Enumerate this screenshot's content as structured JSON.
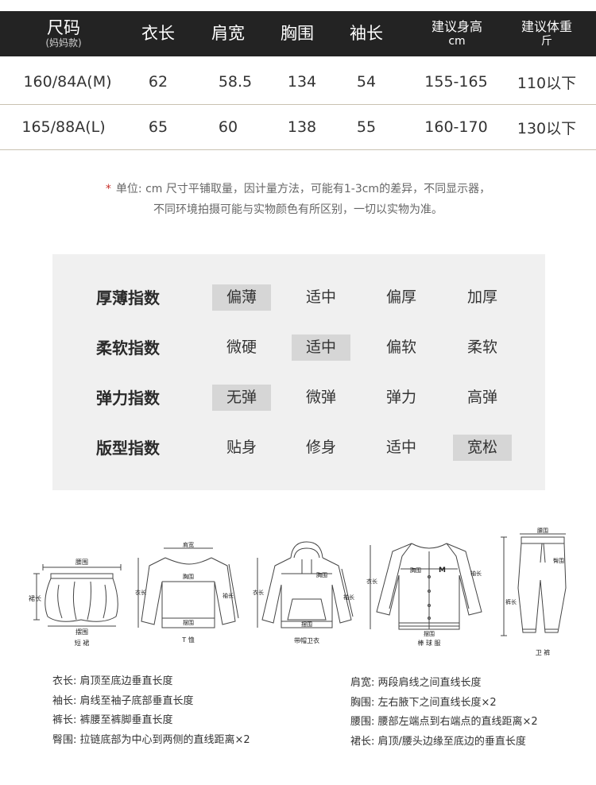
{
  "size_table": {
    "headers": {
      "size": "尺码",
      "size_note": "(妈妈款)",
      "length": "衣长",
      "shoulder": "肩宽",
      "chest": "胸围",
      "sleeve": "袖长",
      "height": "建议身高",
      "height_unit": "cm",
      "weight": "建议体重",
      "weight_unit": "斤"
    },
    "rows": [
      {
        "size": "160/84A(M)",
        "length": "62",
        "shoulder": "58.5",
        "chest": "134",
        "sleeve": "54",
        "height": "155-165",
        "weight": "110以下"
      },
      {
        "size": "165/88A(L)",
        "length": "65",
        "shoulder": "60",
        "chest": "138",
        "sleeve": "55",
        "height": "160-170",
        "weight": "130以下"
      }
    ]
  },
  "note": {
    "star": "*",
    "line1": "单位: cm  尺寸平铺取量，因计量方法，可能有1-3cm的差异，不同显示器，",
    "line2": "不同环境拍摄可能与实物颜色有所区别，一切以实物为准。"
  },
  "index_panel": {
    "rows": [
      {
        "label": "厚薄指数",
        "options": [
          "偏薄",
          "适中",
          "偏厚",
          "加厚"
        ],
        "selected": 0
      },
      {
        "label": "柔软指数",
        "options": [
          "微硬",
          "适中",
          "偏软",
          "柔软"
        ],
        "selected": 1
      },
      {
        "label": "弹力指数",
        "options": [
          "无弹",
          "微弹",
          "弹力",
          "高弹"
        ],
        "selected": 0
      },
      {
        "label": "版型指数",
        "options": [
          "贴身",
          "修身",
          "适中",
          "宽松"
        ],
        "selected": 3
      }
    ]
  },
  "garments": {
    "skirt": {
      "name": "短 裙",
      "waist": "腰围",
      "length": "裙长",
      "hem": "摆围"
    },
    "tshirt": {
      "name": "T 恤",
      "shoulder": "肩宽",
      "chest": "胸围",
      "length": "衣长",
      "sleeve": "袖长",
      "hem": "摆围"
    },
    "hoodie": {
      "name": "带帽卫衣",
      "chest": "胸围",
      "length": "衣长",
      "sleeve": "袖长",
      "hem": "摆围"
    },
    "baseball": {
      "name": "棒 球 服",
      "chest": "胸围",
      "length": "衣长",
      "sleeve": "袖长",
      "hem": "摆围",
      "logo": "M"
    },
    "pants": {
      "name": "卫 裤",
      "waist": "腰围",
      "hip": "臀围",
      "length": "裤长"
    }
  },
  "definitions": {
    "left": [
      {
        "term": "衣长:",
        "desc": "肩顶至底边垂直长度"
      },
      {
        "term": "袖长:",
        "desc": "肩线至袖子底部垂直长度"
      },
      {
        "term": "裤长:",
        "desc": "裤腰至裤脚垂直长度"
      },
      {
        "term": "臀围:",
        "desc": "拉链底部为中心到两侧的直线距离×2"
      }
    ],
    "right": [
      {
        "term": "肩宽:",
        "desc": "两段肩线之间直线长度"
      },
      {
        "term": "胸围:",
        "desc": "左右腋下之间直线长度×2"
      },
      {
        "term": "腰围:",
        "desc": "腰部左端点到右端点的直线距离×2"
      },
      {
        "term": "裙长:",
        "desc": "肩顶/腰头边缘至底边的垂直长度"
      }
    ]
  }
}
